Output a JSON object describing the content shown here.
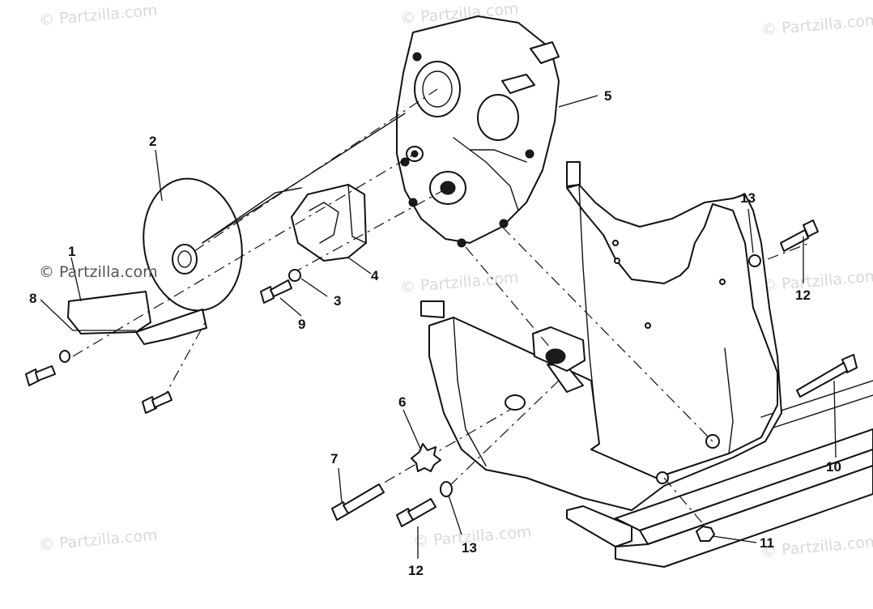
{
  "watermark": {
    "text": "© Partzilla.com",
    "color": "#d9d9d9"
  },
  "callouts": [
    "1",
    "2",
    "3",
    "4",
    "5",
    "6",
    "7",
    "8",
    "9",
    "10",
    "11",
    "12",
    "12",
    "13",
    "13"
  ],
  "labels": {
    "c1": "1",
    "c2": "2",
    "c3": "3",
    "c4": "4",
    "c5": "5",
    "c6": "6",
    "c7": "7",
    "c8": "8",
    "c9": "9",
    "c10": "10",
    "c11": "11",
    "c12a": "12",
    "c12b": "12",
    "c13a": "13",
    "c13b": "13"
  },
  "icons": {
    "fasteners": "bolt-icon",
    "washers": "washer-icon",
    "nut": "nut-icon"
  }
}
